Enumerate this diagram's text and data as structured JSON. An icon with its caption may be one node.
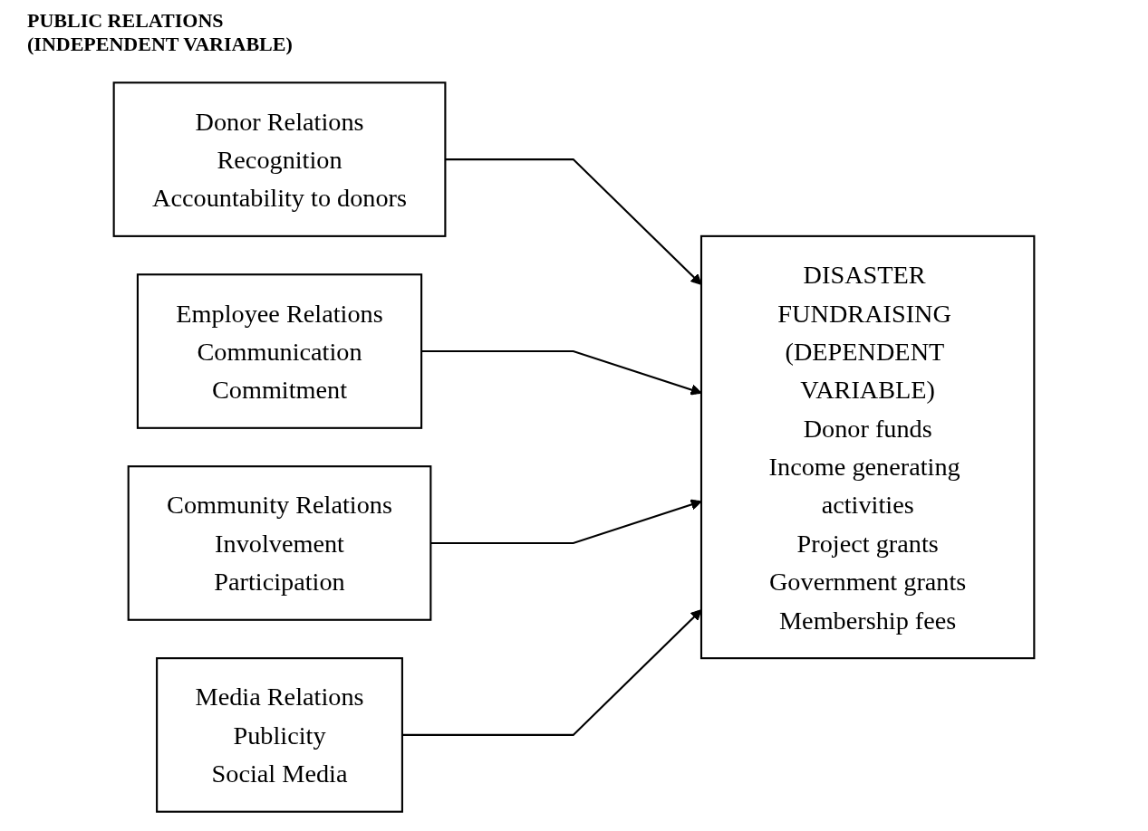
{
  "diagram": {
    "nodes": [
      {
        "text": [
          "Donor Relations",
          "Recognition",
          "Accountability to donors"
        ]
      },
      {
        "text": [
          "Employee Relations",
          "Communication",
          "Commitment"
        ]
      },
      {
        "text": [
          "Community Relations",
          "Involvement",
          "Participation"
        ]
      },
      {
        "text": [
          "Media Relations",
          "Publicity",
          "Social Media"
        ]
      },
      {
        "text": [
          "DISASTER FUNDRAISING (DEPENDENT VARIABLE)",
          "Donor funds",
          "Income generating activities",
          "Project grants",
          "Government grants",
          "Membership fees"
        ]
      }
    ],
    "edges": [
      {
        "from": 0,
        "to": 4,
        "arrow": "to"
      },
      {
        "from": 1,
        "to": 4,
        "arrow": "to"
      },
      {
        "from": 2,
        "to": 4,
        "arrow": "to"
      },
      {
        "from": 3,
        "to": 4,
        "arrow": "to"
      }
    ],
    "labels": [
      "PUBLIC RELATIONS (INDEPENDENT VARIABLE)"
    ]
  }
}
